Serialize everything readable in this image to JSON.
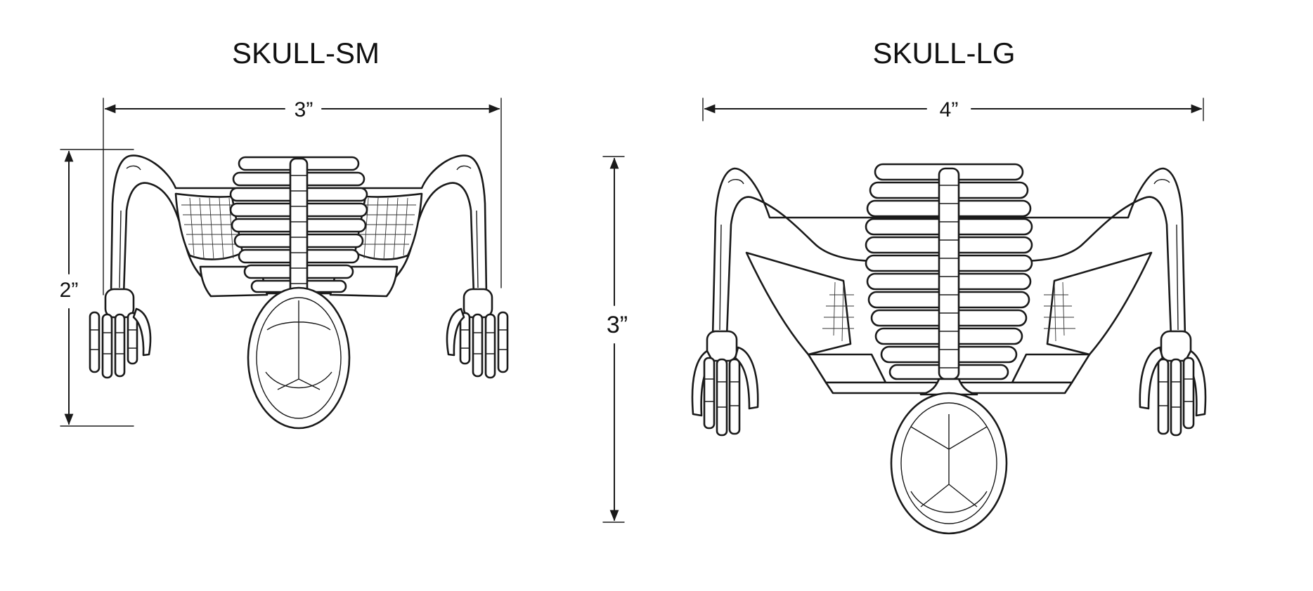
{
  "products": [
    {
      "name": "SKULL-SM",
      "width_label": "3”",
      "height_label": "2”"
    },
    {
      "name": "SKULL-LG",
      "width_label": "4”",
      "height_label": "3”"
    }
  ],
  "colors": {
    "line": "#1a1a1a",
    "background": "#ffffff"
  }
}
